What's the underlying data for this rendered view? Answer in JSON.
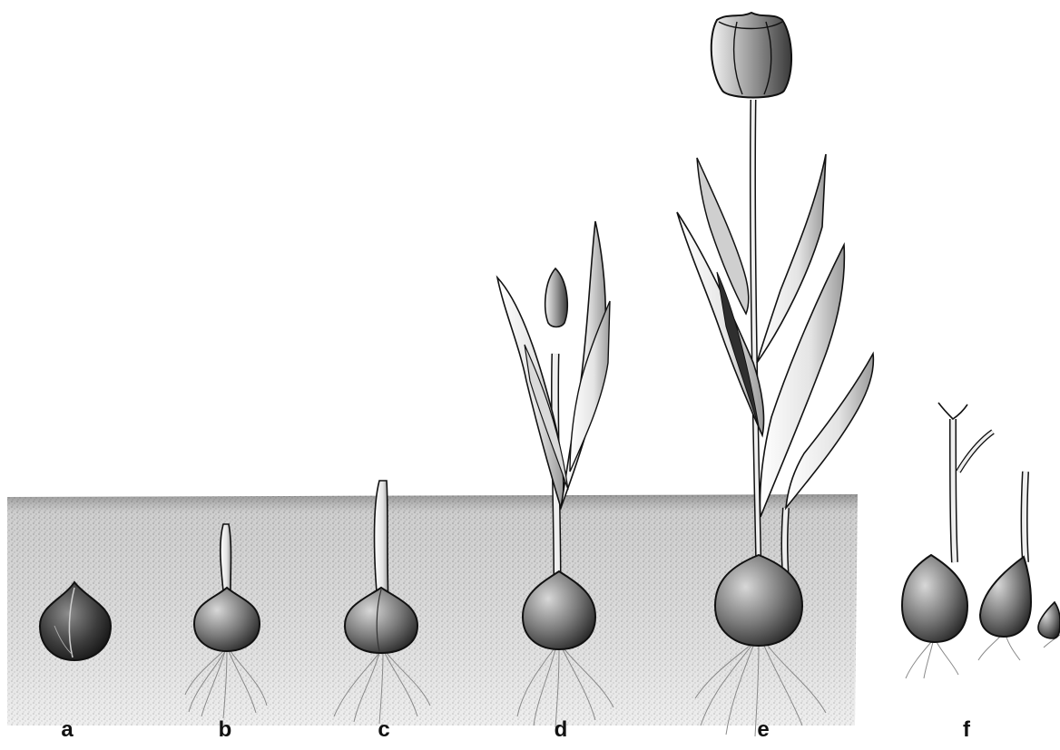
{
  "labels": {
    "a": "a",
    "b": "b",
    "c": "c",
    "d": "d",
    "e": "e",
    "f": "f"
  },
  "colors": {
    "ink": "#111111",
    "soil": "#d9d9d9",
    "bulb_dark": "#3a3a3a",
    "bulb_mid": "#8a8a8a",
    "leaf": "#efefef",
    "background": "#ffffff"
  },
  "stages": [
    {
      "id": "a",
      "description_icon": "dormant-bulb-icon"
    },
    {
      "id": "b",
      "description_icon": "sprouting-bulb-icon"
    },
    {
      "id": "c",
      "description_icon": "shoot-emerging-icon"
    },
    {
      "id": "d",
      "description_icon": "budding-plant-icon"
    },
    {
      "id": "e",
      "description_icon": "flowering-tulip-icon"
    },
    {
      "id": "f",
      "description_icon": "daughter-bulbs-icon"
    }
  ]
}
